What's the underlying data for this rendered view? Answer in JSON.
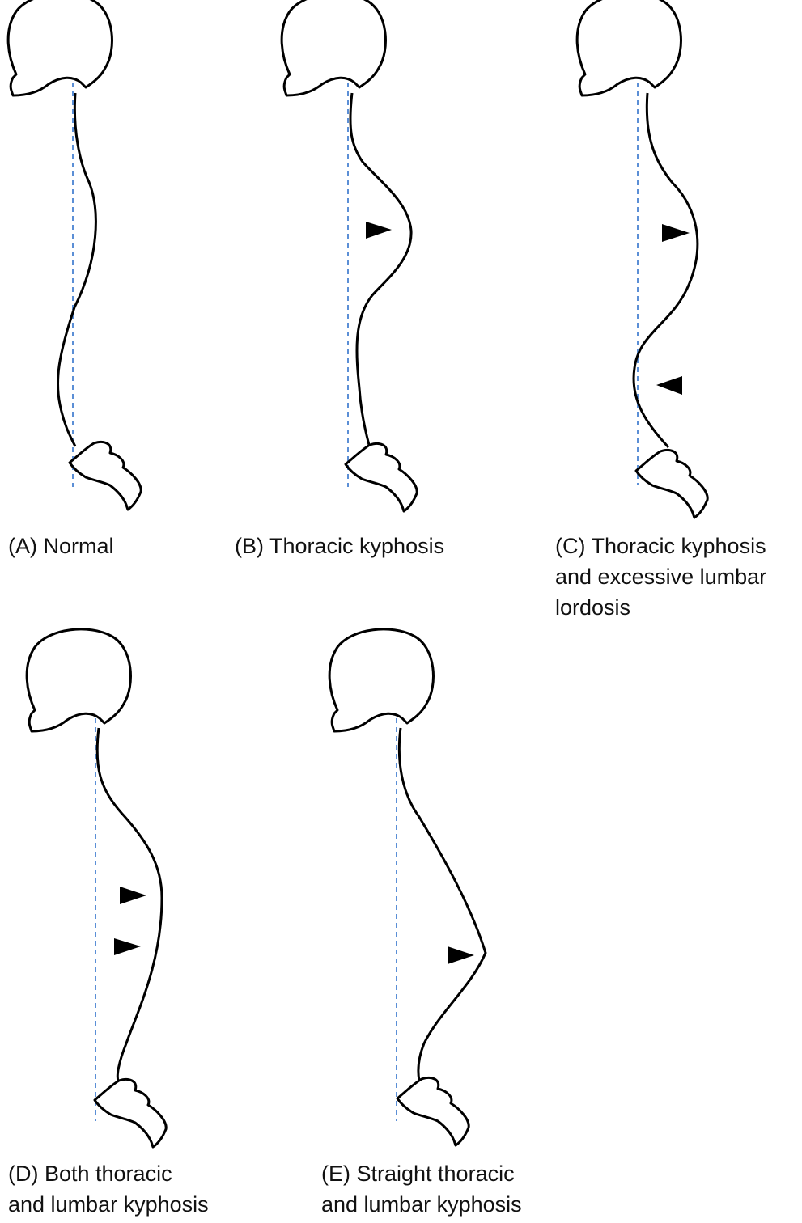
{
  "panels": [
    {
      "id": "A",
      "caption_lines": [
        "(A) Normal"
      ],
      "arrow_count": 0
    },
    {
      "id": "B",
      "caption_lines": [
        "(B) Thoracic kyphosis"
      ],
      "arrow_count": 1
    },
    {
      "id": "C",
      "caption_lines": [
        "(C) Thoracic kyphosis",
        "and  excessive lumbar",
        "lordosis"
      ],
      "arrow_count": 2
    },
    {
      "id": "D",
      "caption_lines": [
        "(D) Both thoracic",
        "and lumbar kyphosis"
      ],
      "arrow_count": 2
    },
    {
      "id": "E",
      "caption_lines": [
        "(E) Straight thoracic",
        "and lumbar kyphosis"
      ],
      "arrow_count": 1
    }
  ],
  "colors": {
    "outline": "#000000",
    "plumb_line": "#5b8fd6",
    "arrowhead": "#000000",
    "text": "#111111"
  }
}
